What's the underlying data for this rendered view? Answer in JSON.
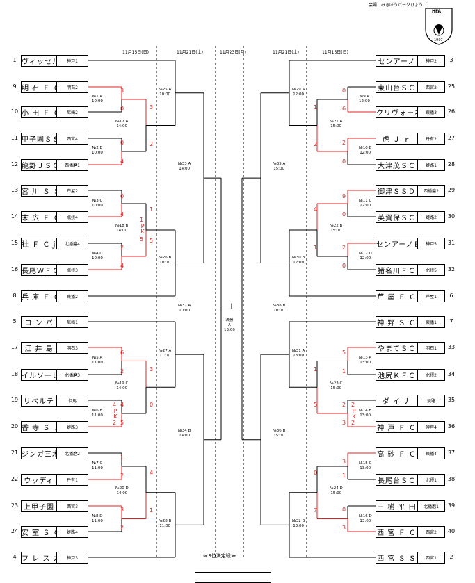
{
  "venue": "会場：みきぼうパークひょうご",
  "logo": {
    "text": "HFA",
    "year": "1997"
  },
  "dates": {
    "l1": "11月15日(日)",
    "l2": "11月21日(土)",
    "c": "11月23日(月)",
    "r2": "11月21日(土)",
    "r1": "11月15日(日)"
  },
  "third_place": "≪3位決定戦≫",
  "left_teams": [
    {
      "seed": "1",
      "name": "ヴィッセル",
      "region": "神戸1"
    },
    {
      "seed": "9",
      "name": "明 石 Ｆ Ｃ",
      "region": "明石2"
    },
    {
      "seed": "10",
      "name": "小 田 Ｆ Ｃ",
      "region": "尼崎2"
    },
    {
      "seed": "11",
      "name": "甲子園ＳＳ",
      "region": "西宮4"
    },
    {
      "seed": "12",
      "name": "龍野ＪＳＣ",
      "region": "西播磨1"
    },
    {
      "seed": "13",
      "name": "宮 川 Ｓ Ｓ",
      "region": "芦屋2"
    },
    {
      "seed": "14",
      "name": "末 広 Ｆ Ｃ",
      "region": "北摂4"
    },
    {
      "seed": "15",
      "name": "社 Ｆ Ｃｊｒ",
      "region": "北播磨4"
    },
    {
      "seed": "16",
      "name": "長尾ＷＦＣ",
      "region": "北摂3"
    },
    {
      "seed": "8",
      "name": "兵 庫 Ｆ Ｃ",
      "region": "東播2"
    },
    {
      "seed": "5",
      "name": "コ ン パ",
      "region": "尼崎1"
    },
    {
      "seed": "17",
      "name": "江 井 島",
      "region": "明石3"
    },
    {
      "seed": "18",
      "name": "イルソーレ",
      "region": "北播磨3"
    },
    {
      "seed": "19",
      "name": "リベルテ",
      "region": "但馬"
    },
    {
      "seed": "20",
      "name": "香 寺 Ｓ Ｊ",
      "region": "姫路3"
    },
    {
      "seed": "21",
      "name": "ジンガ三木",
      "region": "北播磨2"
    },
    {
      "seed": "22",
      "name": "ウッディ",
      "region": "丹有1"
    },
    {
      "seed": "23",
      "name": "上甲子園",
      "region": "西宮3"
    },
    {
      "seed": "24",
      "name": "安 室 Ｓ Ｃ",
      "region": "姫路4"
    },
    {
      "seed": "4",
      "name": "フ レ ス カ",
      "region": "神戸3"
    }
  ],
  "right_teams": [
    {
      "seed": "3",
      "name": "センアーノ",
      "region": "神戸2"
    },
    {
      "seed": "25",
      "name": "東山台ＳＣ",
      "region": "西宮2"
    },
    {
      "seed": "26",
      "name": "クリヴォーネ",
      "region": "東播3"
    },
    {
      "seed": "27",
      "name": "虎 Ｊ ｒ",
      "region": "丹有2"
    },
    {
      "seed": "28",
      "name": "大津茂ＳＣ",
      "region": "姫路1"
    },
    {
      "seed": "29",
      "name": "御津ＳＳＤ",
      "region": "西播磨2"
    },
    {
      "seed": "30",
      "name": "英賀保ＳＣ",
      "region": "姫路2"
    },
    {
      "seed": "31",
      "name": "センアーノＢ",
      "region": "神戸5"
    },
    {
      "seed": "32",
      "name": "猪名川ＦＣ",
      "region": "北摂5"
    },
    {
      "seed": "6",
      "name": "芦 屋 Ｆ Ｃ",
      "region": "芦屋1"
    },
    {
      "seed": "7",
      "name": "神 野 Ｓ Ｃ",
      "region": "東播1"
    },
    {
      "seed": "33",
      "name": "やまてＳＣ",
      "region": "明石1"
    },
    {
      "seed": "34",
      "name": "池尻ＫＦＣ",
      "region": "北摂2"
    },
    {
      "seed": "35",
      "name": "ダ イ ナ",
      "region": "淡路"
    },
    {
      "seed": "36",
      "name": "神 戸 Ｆ Ｃ",
      "region": "神戸4"
    },
    {
      "seed": "37",
      "name": "高 砂 Ｆ Ｃ",
      "region": "東播4"
    },
    {
      "seed": "38",
      "name": "長尾台ＳＣ",
      "region": "北摂1"
    },
    {
      "seed": "39",
      "name": "三 樹 平 田",
      "region": "北播磨1"
    },
    {
      "seed": "40",
      "name": "西 宮 Ｆ Ｃ",
      "region": "西宮2"
    },
    {
      "seed": "2",
      "name": "西 宮 Ｓ Ｓ",
      "region": "西宮1"
    }
  ],
  "matches": {
    "m1": [
      "№1 A",
      "10:00"
    ],
    "m2": [
      "№2 B",
      "10:00"
    ],
    "m3": [
      "№3 C",
      "10:00"
    ],
    "m4": [
      "№4 D",
      "10:00"
    ],
    "m5": [
      "№5 A",
      "11:00"
    ],
    "m6": [
      "№6 B",
      "11:00"
    ],
    "m7": [
      "№7 C",
      "11:00"
    ],
    "m8": [
      "№8 D",
      "11:00"
    ],
    "m9": [
      "№9 A",
      "12:00"
    ],
    "m10": [
      "№10 B",
      "12:00"
    ],
    "m11": [
      "№11 C",
      "12:00"
    ],
    "m12": [
      "№12 D",
      "12:00"
    ],
    "m13": [
      "№13 A",
      "13:00"
    ],
    "m14": [
      "№14 B",
      "13:00"
    ],
    "m15": [
      "№15 C",
      "13:00"
    ],
    "m16": [
      "№16 D",
      "13:00"
    ],
    "m17": [
      "№17 A",
      "14:00"
    ],
    "m18": [
      "№18 B",
      "14:00"
    ],
    "m19": [
      "№19 C",
      "14:00"
    ],
    "m20": [
      "№20 D",
      "14:00"
    ],
    "m21": [
      "№21 A",
      "15:00"
    ],
    "m22": [
      "№22 B",
      "15:00"
    ],
    "m23": [
      "№23 C",
      "15:00"
    ],
    "m24": [
      "№24 D",
      "15:00"
    ],
    "m25": [
      "№25 A",
      "10:00"
    ],
    "m26": [
      "№26 B",
      "10:00"
    ],
    "m27": [
      "№27 A",
      "11:00"
    ],
    "m28": [
      "№28 B",
      "11:00"
    ],
    "m29": [
      "№29 A",
      "12:00"
    ],
    "m30": [
      "№30 B",
      "12:00"
    ],
    "m31": [
      "№31 A",
      "13:00"
    ],
    "m32": [
      "№32 B",
      "13:00"
    ],
    "m33": [
      "№33 A",
      "14:00"
    ],
    "m34": [
      "№34 B",
      "14:00"
    ],
    "m35": [
      "№35 A",
      "15:00"
    ],
    "m36": [
      "№36 B",
      "15:00"
    ],
    "m37": [
      "№37 A",
      "10:00"
    ],
    "m38": [
      "№38 B",
      "10:00"
    ],
    "final": [
      "決勝",
      "A",
      "13:00"
    ]
  },
  "scores": {
    "m1": [
      "3",
      "0"
    ],
    "m2": [
      "0",
      "4"
    ],
    "m3": [
      "0",
      "4"
    ],
    "m4": [
      "2",
      "4"
    ],
    "m5": [
      "6",
      "2"
    ],
    "m6": [
      "4",
      "5"
    ],
    "m7": [
      "1",
      "2"
    ],
    "m8": [
      "3",
      "2"
    ],
    "m9": [
      "0",
      "6"
    ],
    "m10": [
      "2",
      "0"
    ],
    "m11": [
      "9",
      "0"
    ],
    "m12": [
      "2",
      "0"
    ],
    "m13": [
      "5",
      "1"
    ],
    "m14": [
      "2",
      "3"
    ],
    "m15": [
      "3",
      "1"
    ],
    "m16": [
      "0",
      "3"
    ],
    "m17": [
      "3",
      "2"
    ],
    "m18": [
      "1",
      "5"
    ],
    "m19": [
      "3",
      "0"
    ],
    "m20": [
      "4",
      "1"
    ],
    "m21": [
      "1",
      "2"
    ],
    "m22": [
      "4",
      "1"
    ],
    "m23": [
      "1",
      "5"
    ],
    "m24": [
      "0",
      "7"
    ],
    "pk6": [
      "4",
      "2"
    ],
    "pk18": [
      "1",
      "5"
    ],
    "pk14": [
      "2",
      "2"
    ]
  },
  "pk_label": "PK"
}
